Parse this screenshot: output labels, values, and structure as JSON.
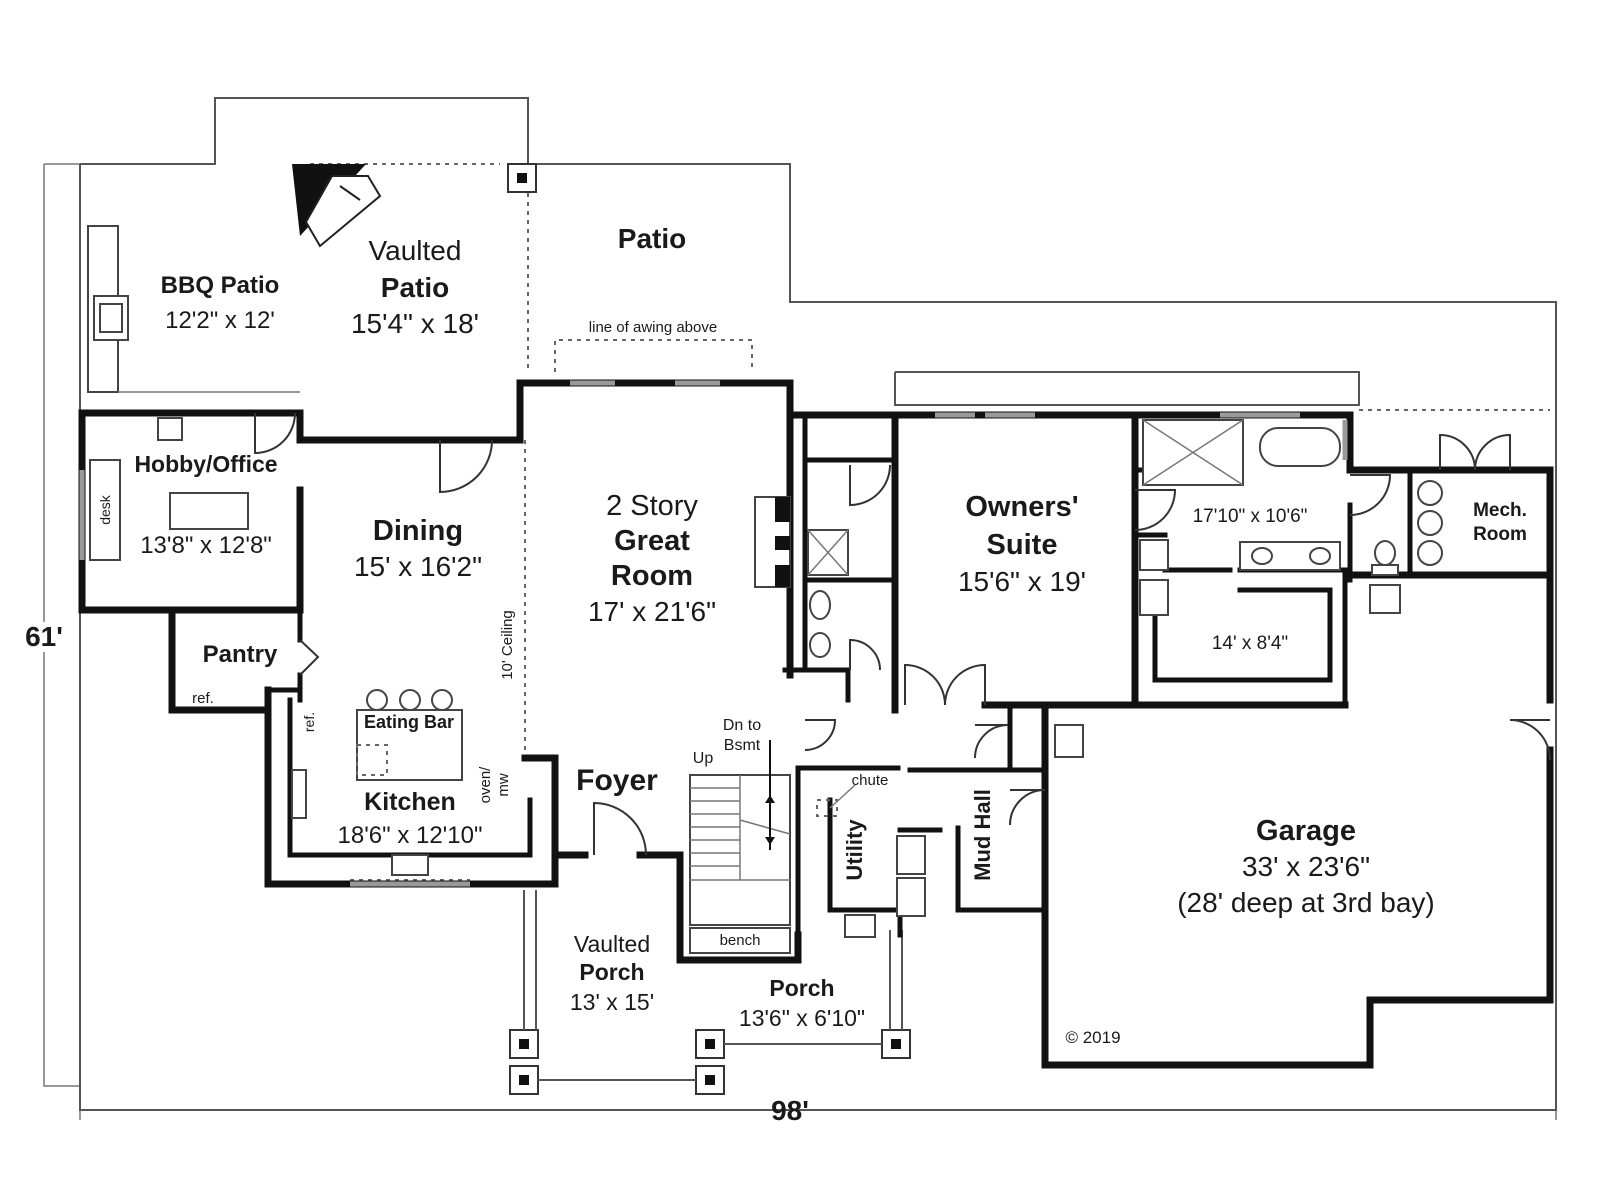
{
  "rooms": {
    "bbq_patio": {
      "name": "BBQ Patio",
      "size": "12'2\" x 12'"
    },
    "vaulted_patio": {
      "line1": "Vaulted",
      "line2": "Patio",
      "size": "15'4\" x 18'"
    },
    "patio": {
      "name": "Patio"
    },
    "awning_note": "line of awing above",
    "hobby_office": {
      "name": "Hobby/Office",
      "size": "13'8\" x 12'8\"",
      "desk": "desk"
    },
    "dining": {
      "name": "Dining",
      "size": "15' x 16'2\""
    },
    "great_room": {
      "line1": "2 Story",
      "line2": "Great",
      "line3": "Room",
      "size": "17' x 21'6\""
    },
    "ceiling_note": "10' Ceiling",
    "owners_suite": {
      "line1": "Owners'",
      "line2": "Suite",
      "size": "15'6\" x 19'"
    },
    "owners_bath": {
      "size": "17'10\" x 10'6\""
    },
    "owners_closet": {
      "size": "14' x 8'4\""
    },
    "mech_room": {
      "line1": "Mech.",
      "line2": "Room"
    },
    "pantry": {
      "name": "Pantry",
      "ref": "ref."
    },
    "kitchen": {
      "name": "Kitchen",
      "size": "18'6\" x 12'10\"",
      "eating_bar": "Eating Bar",
      "ref": "ref.",
      "oven_line1": "oven/",
      "oven_line2": "mw"
    },
    "foyer": {
      "name": "Foyer"
    },
    "stairs": {
      "up": "Up",
      "down_line1": "Dn to",
      "down_line2": "Bsmt",
      "bench": "bench"
    },
    "utility": {
      "name": "Utility",
      "chute": "chute"
    },
    "mud_hall": {
      "name": "Mud Hall"
    },
    "garage": {
      "name": "Garage",
      "size": "33' x 23'6\"",
      "note": "(28' deep at 3rd bay)"
    },
    "vaulted_porch": {
      "line1": "Vaulted",
      "line2": "Porch",
      "size": "13' x 15'"
    },
    "porch": {
      "name": "Porch",
      "size": "13'6\" x 6'10\""
    }
  },
  "dimensions": {
    "width": "98'",
    "depth": "61'"
  },
  "copyright": "© 2019"
}
